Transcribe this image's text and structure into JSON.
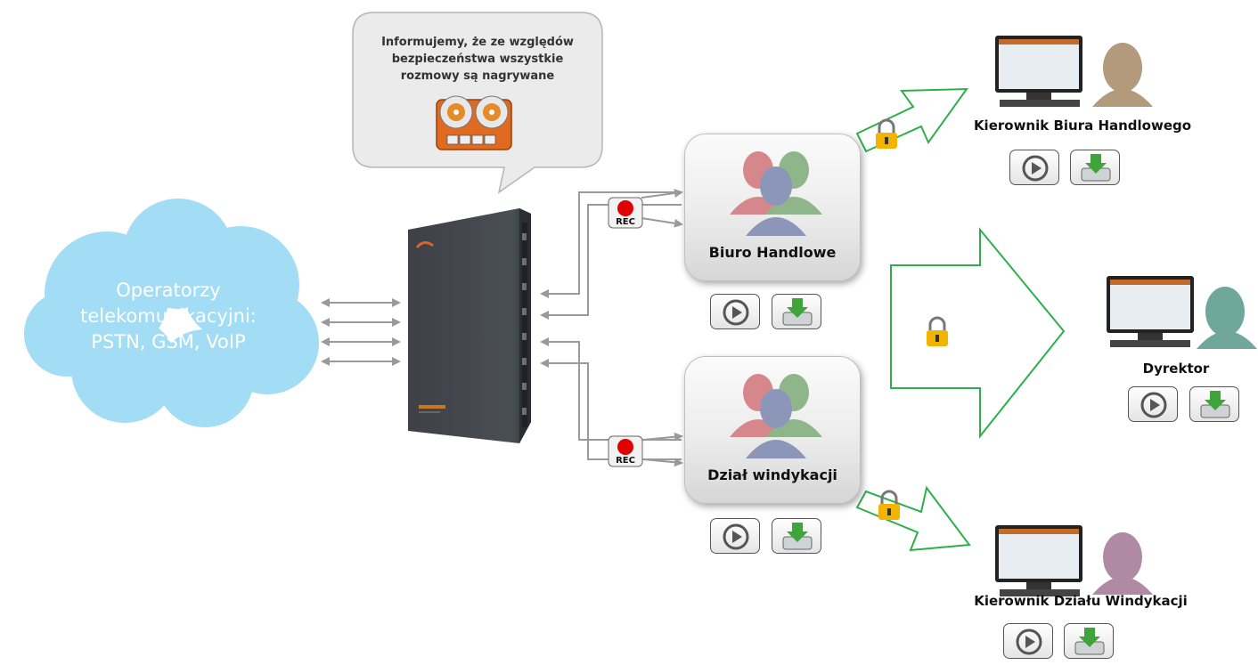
{
  "cloud": {
    "lines": [
      "Operatorzy",
      "telekomunikacyjni:",
      "PSTN, GSM, VoIP"
    ]
  },
  "bubble": {
    "lines": [
      "Informujemy, że ze względów",
      "bezpieczeństwa wszystkie",
      "rozmowy są nagrywane"
    ]
  },
  "rec": {
    "label": "REC"
  },
  "groups": [
    {
      "label": "Biuro Handlowe"
    },
    {
      "label": "Dział windykacji"
    }
  ],
  "people": [
    {
      "label": "Kierownik Biura Handlowego"
    },
    {
      "label": "Dyrektor"
    },
    {
      "label": "Kierownik Działu Windykacji"
    }
  ],
  "colors": {
    "cloud": "#a3dcf5",
    "arrow_outline": "#2db04b",
    "rec_dot": "#e00000",
    "lock": "#f2b400"
  },
  "icons": {
    "play": "play-icon",
    "download": "download-icon",
    "lock": "lock-icon",
    "user": "user-icon"
  }
}
